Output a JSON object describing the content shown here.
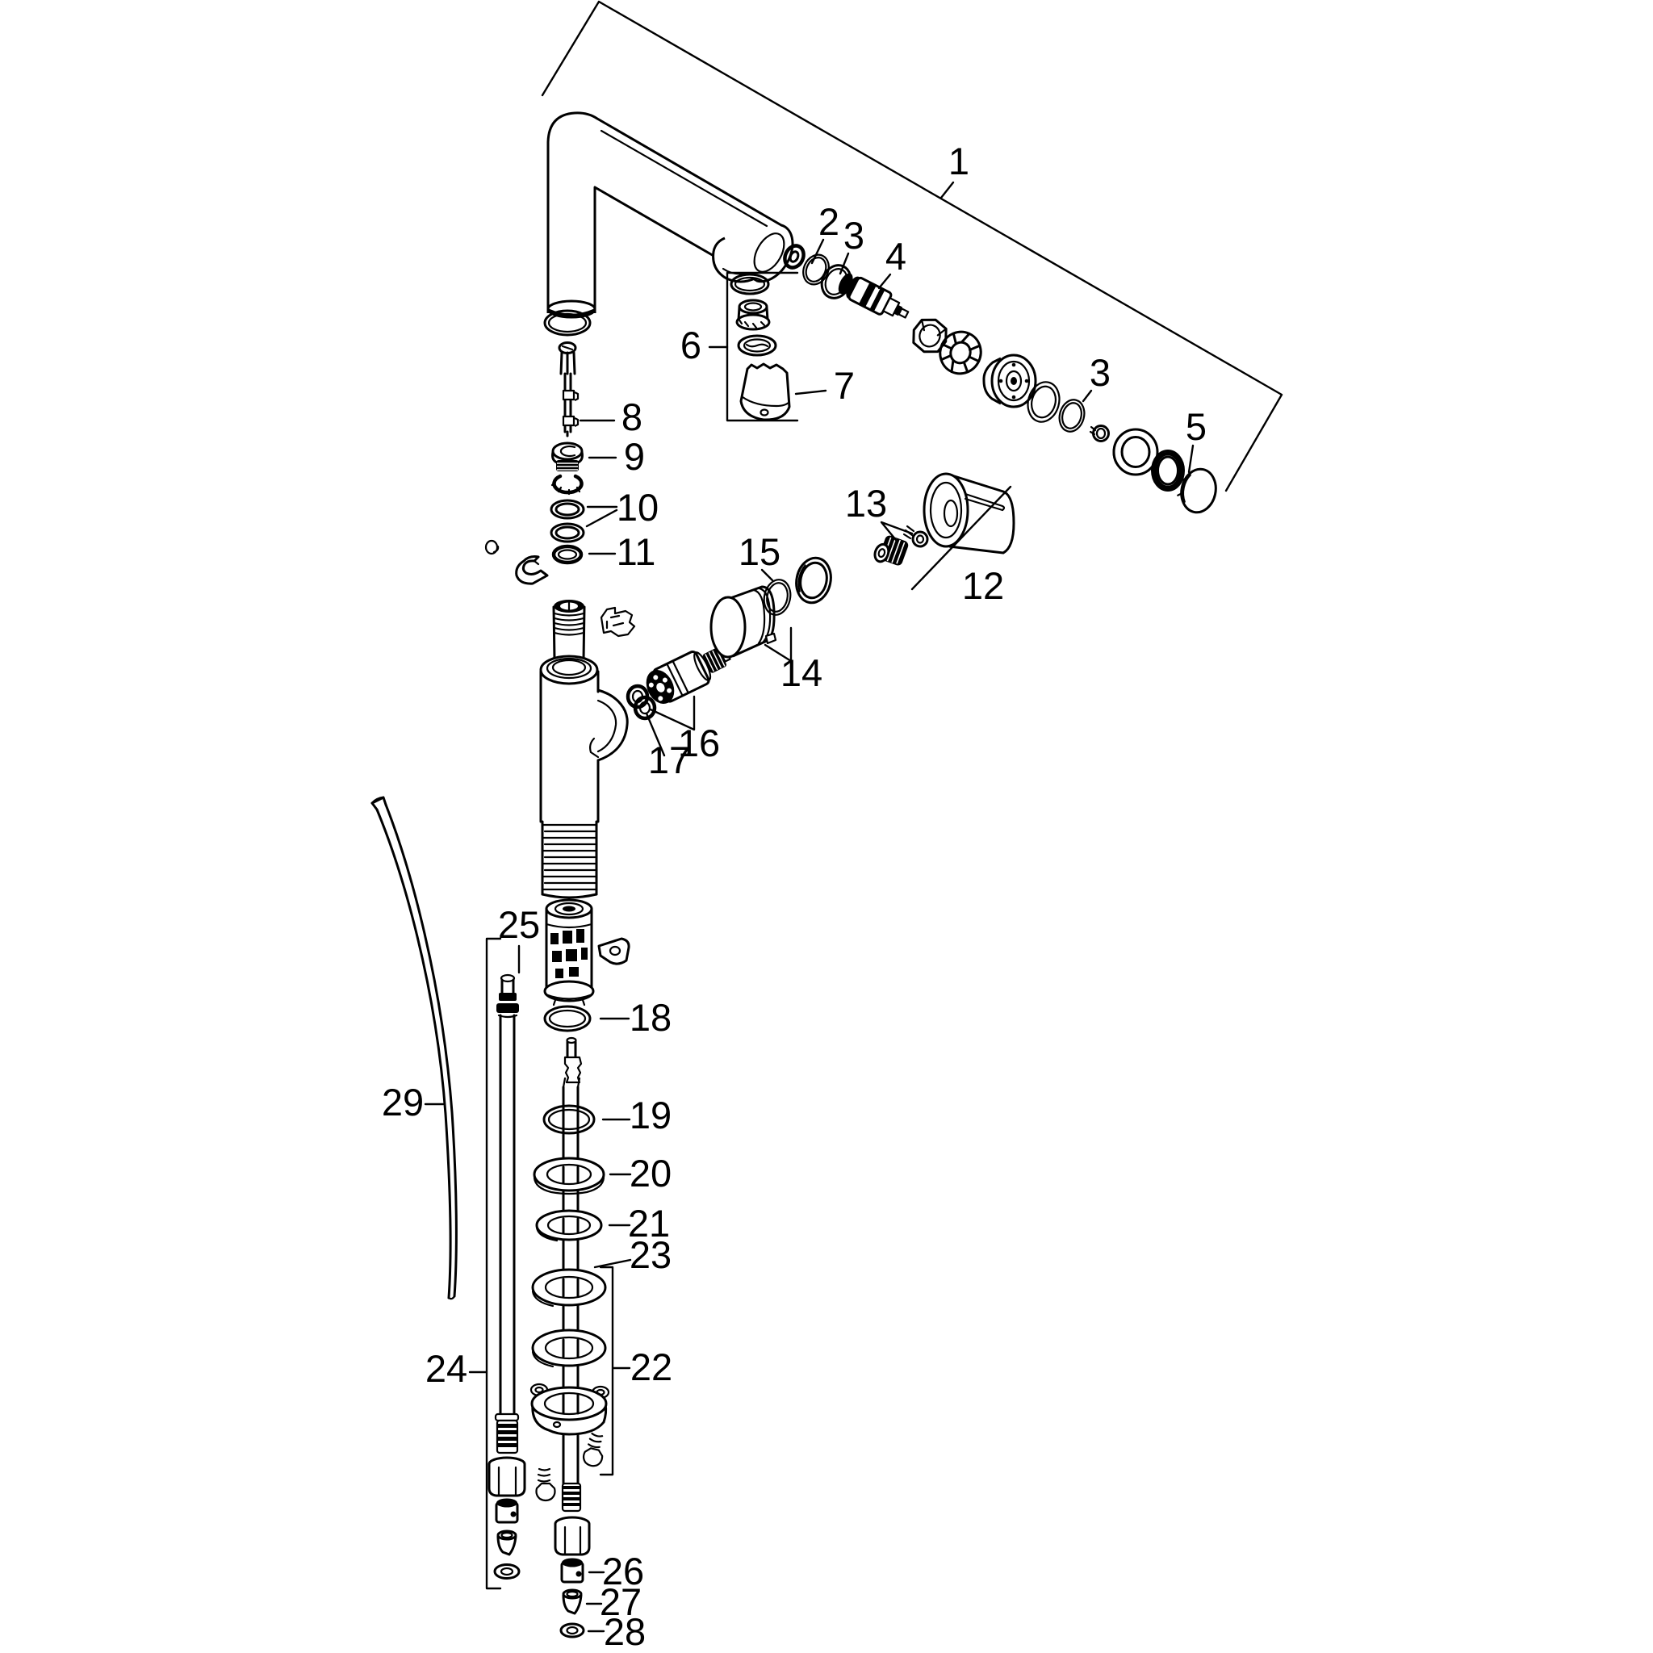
{
  "figure": {
    "kind": "exploded-parts-diagram",
    "subject": "single-lever kitchen faucet with pull-out spout, hoses and mounting hardware"
  },
  "colors": {
    "line": "#000000",
    "background": "#ffffff"
  },
  "labels": {
    "p1": "1",
    "p2": "2",
    "p3a": "3",
    "p4": "4",
    "p3b": "3",
    "p5": "5",
    "p6": "6",
    "p7": "7",
    "p8": "8",
    "p9": "9",
    "p10": "10",
    "p11": "11",
    "p12": "12",
    "p13": "13",
    "p14": "14",
    "p15": "15",
    "p16": "16",
    "p17": "17",
    "p18": "18",
    "p19": "19",
    "p20": "20",
    "p21": "21",
    "p22": "22",
    "p23": "23",
    "p24": "24",
    "p25": "25",
    "p26": "26",
    "p27": "27",
    "p28": "28",
    "p29": "29"
  }
}
